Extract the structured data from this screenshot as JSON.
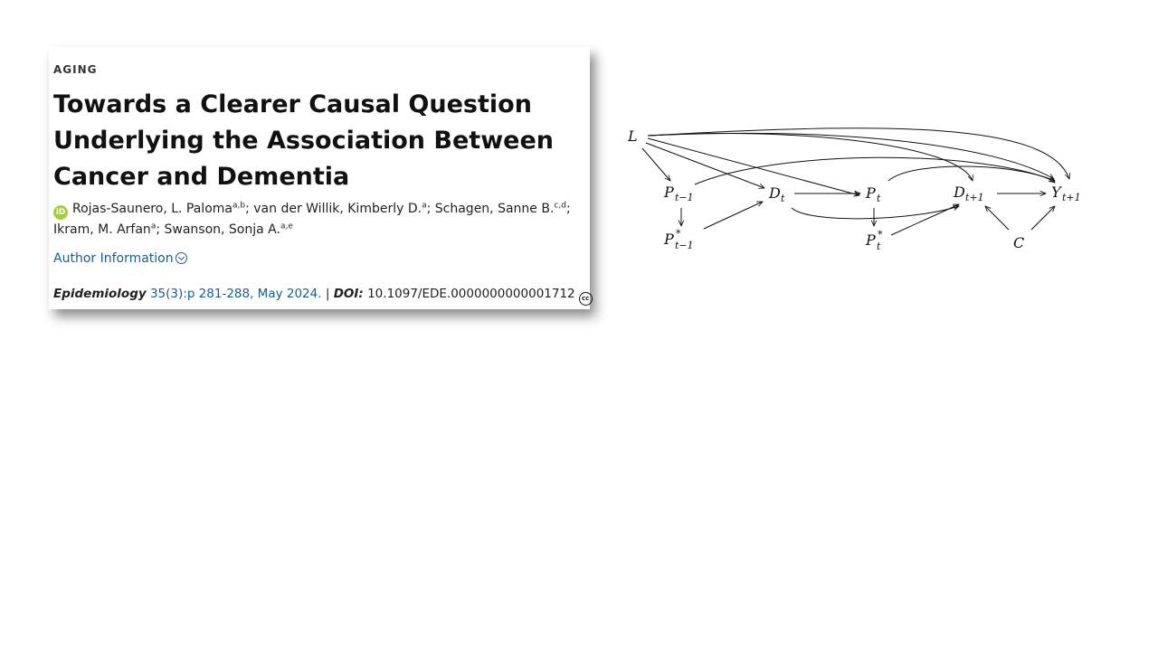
{
  "article": {
    "section": "AGING",
    "title": "Towards a Clearer Causal Question Underlying the Association Between Cancer and Dementia",
    "orcid_icon": "iD",
    "authors": [
      {
        "name": "Rojas-Saunero, L. Paloma",
        "aff": "a,b"
      },
      {
        "name": "van der Willik, Kimberly D.",
        "aff": "a"
      },
      {
        "name": "Schagen, Sanne B.",
        "aff": "c,d"
      },
      {
        "name": "Ikram, M. Arfan",
        "aff": "a"
      },
      {
        "name": "Swanson, Sonja A.",
        "aff": "a,e"
      }
    ],
    "author_info_label": "Author Information",
    "journal": "Epidemiology",
    "volume_pages": "35(3):p 281-288, May 2024.",
    "separator": "|",
    "doi_label": "DOI:",
    "doi": "10.1097/EDE.0000000000001712",
    "license_icon": "cc"
  },
  "dag": {
    "nodes": {
      "L": {
        "base": "L",
        "sub": ""
      },
      "P_prev": {
        "base": "P",
        "sub": "t−1"
      },
      "P_star_prev": {
        "base": "P",
        "sup": "*",
        "sub": "t−1"
      },
      "D_t": {
        "base": "D",
        "sub": "t"
      },
      "P_t": {
        "base": "P",
        "sub": "t"
      },
      "P_star_t": {
        "base": "P",
        "sup": "*",
        "sub": "t"
      },
      "D_next": {
        "base": "D",
        "sub": "t+1"
      },
      "Y_next": {
        "base": "Y",
        "sub": "t+1"
      },
      "C": {
        "base": "C",
        "sub": ""
      }
    }
  }
}
